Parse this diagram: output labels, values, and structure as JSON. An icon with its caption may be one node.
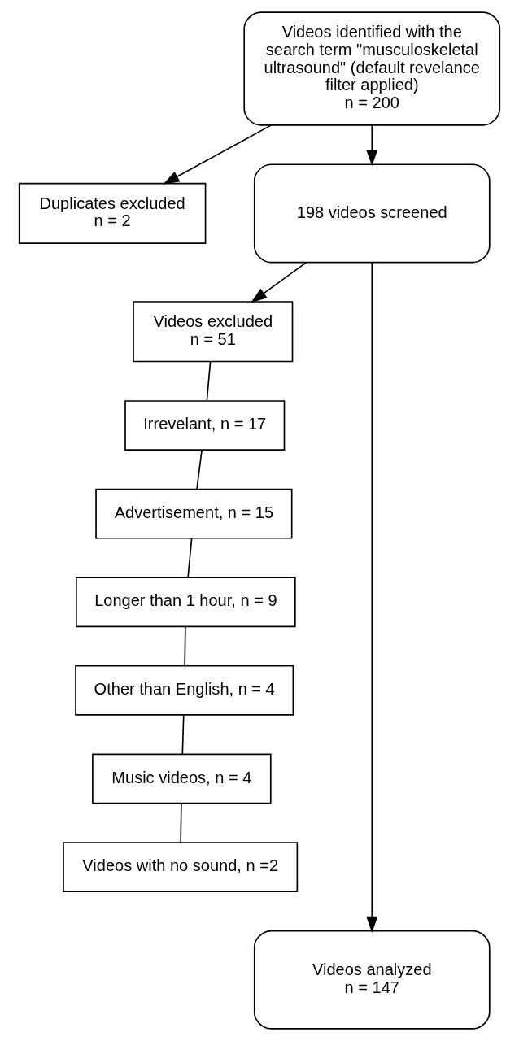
{
  "diagram": {
    "nodes": [
      {
        "text": [
          "Videos identified with the search term \"musculoskeletal ultrasound\" (default revelance filter applied)",
          "n = 200"
        ]
      },
      {
        "text": [
          "Duplicates excluded",
          "n = 2"
        ]
      },
      {
        "text": [
          "198 videos screened"
        ]
      },
      {
        "text": [
          "Videos excluded",
          "n = 51"
        ]
      },
      {
        "text": [
          "Irrevelant, n = 17"
        ]
      },
      {
        "text": [
          "Advertisement, n = 15"
        ]
      },
      {
        "text": [
          "Longer than 1 hour, n = 9"
        ]
      },
      {
        "text": [
          "Other than English, n = 4"
        ]
      },
      {
        "text": [
          "Music videos, n = 4"
        ]
      },
      {
        "text": [
          "Videos with no sound, n =2"
        ]
      },
      {
        "text": [
          "Videos analyzed",
          "n = 147"
        ]
      }
    ],
    "edges": [
      {
        "from": 0,
        "to": 1,
        "arrow": "to"
      },
      {
        "from": 0,
        "to": 2,
        "arrow": "to"
      },
      {
        "from": 2,
        "to": 3,
        "arrow": "to"
      },
      {
        "from": 2,
        "to": 10,
        "arrow": "to"
      },
      {
        "from": 3,
        "to": 4,
        "arrow": "none"
      },
      {
        "from": 4,
        "to": 5,
        "arrow": "none"
      },
      {
        "from": 5,
        "to": 6,
        "arrow": "none"
      },
      {
        "from": 6,
        "to": 7,
        "arrow": "none"
      },
      {
        "from": 7,
        "to": 8,
        "arrow": "none"
      },
      {
        "from": 8,
        "to": 9,
        "arrow": "none"
      }
    ]
  }
}
